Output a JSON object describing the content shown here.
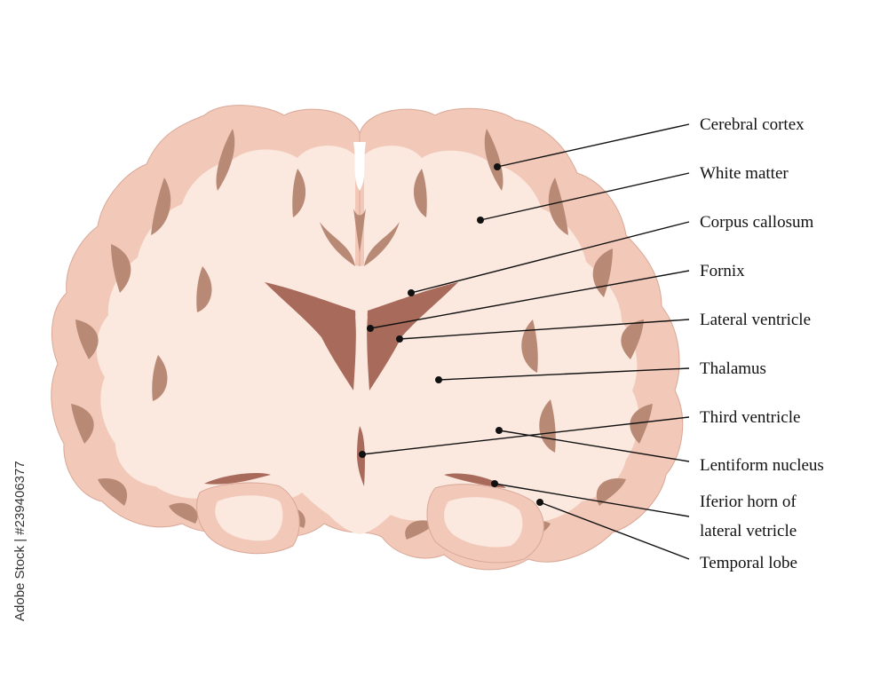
{
  "labels": {
    "cerebral_cortex": "Cerebral cortex",
    "white_matter": "White matter",
    "corpus_callosum": "Corpus callosum",
    "fornix": "Fornix",
    "lateral_ventricle": "Lateral ventricle",
    "thalamus": "Thalamus",
    "third_ventricle": "Third ventricle",
    "lentiform_nucleus": "Lentiform nucleus",
    "inferior_horn_line1": "Iferior horn of",
    "inferior_horn_line2": "lateral vetricle",
    "temporal_lobe": "Temporal lobe"
  },
  "watermark": "Adobe Stock | #239406377",
  "colors": {
    "grey_matter": "#f2c9b9",
    "white_matter": "#fbe8df",
    "sulci": "#b88a76",
    "ventricle": "#a86a5a",
    "leader": "#111111"
  }
}
